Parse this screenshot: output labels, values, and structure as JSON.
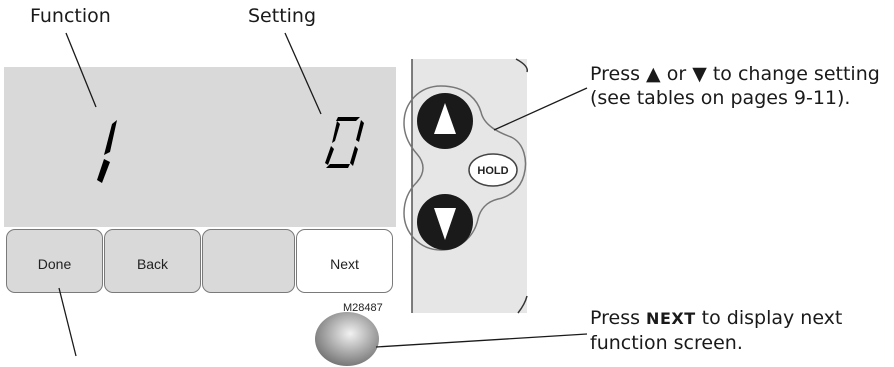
{
  "labels": {
    "function": "Function",
    "setting": "Setting"
  },
  "display": {
    "function_digit": "1",
    "setting_digit": "0"
  },
  "buttons": {
    "done": "Done",
    "back": "Back",
    "blank": "",
    "next": "Next"
  },
  "keypad": {
    "hold": "HOLD",
    "up_icon": "up-arrow-icon",
    "down_icon": "down-arrow-icon"
  },
  "figure_id": "M28487",
  "notes": {
    "arrows_prefix": "Press ",
    "arrows_mid": " or ",
    "arrows_suffix": " to change setting (see tables on pages 9-11).",
    "next_prefix": "Press ",
    "next_key": "NEXT",
    "next_suffix": " to display next function screen."
  },
  "colors": {
    "display_bg": "#d9d9d9",
    "keypad_bg": "#e6e6e6",
    "key_fill": "#1a1a1a"
  }
}
